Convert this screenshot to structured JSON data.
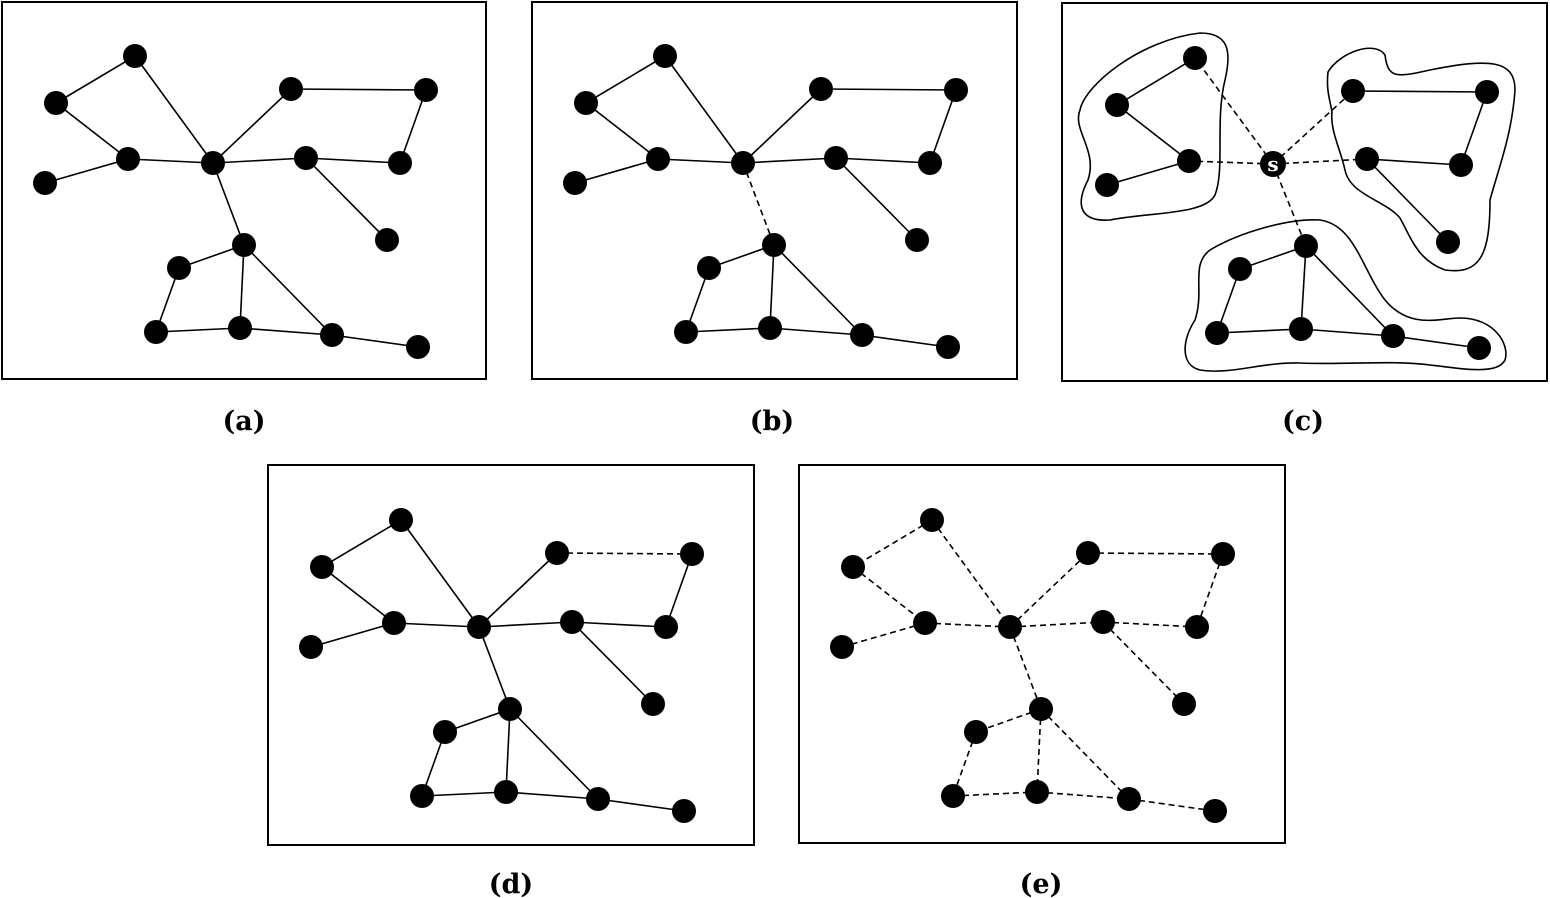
{
  "colors": {
    "ink": "#000000",
    "paper": "#ffffff"
  },
  "panels": [
    {
      "id": "a",
      "caption": "(a)",
      "dashed_edges": []
    },
    {
      "id": "b",
      "caption": "(b)",
      "dashed_edges": [
        [
          0,
          5
        ],
        [
          4,
          10
        ],
        [
          12,
          15
        ]
      ]
    },
    {
      "id": "c",
      "caption": "(c)",
      "center_label": "s"
    },
    {
      "id": "d",
      "caption": "(d)",
      "dashed_edges": [
        [
          0,
          5
        ],
        [
          5,
          6
        ],
        [
          6,
          9
        ],
        [
          9,
          11
        ],
        [
          12,
          15
        ],
        [
          15,
          16
        ]
      ]
    },
    {
      "id": "e",
      "caption": "(e)",
      "dashed_edges": "all"
    }
  ]
}
